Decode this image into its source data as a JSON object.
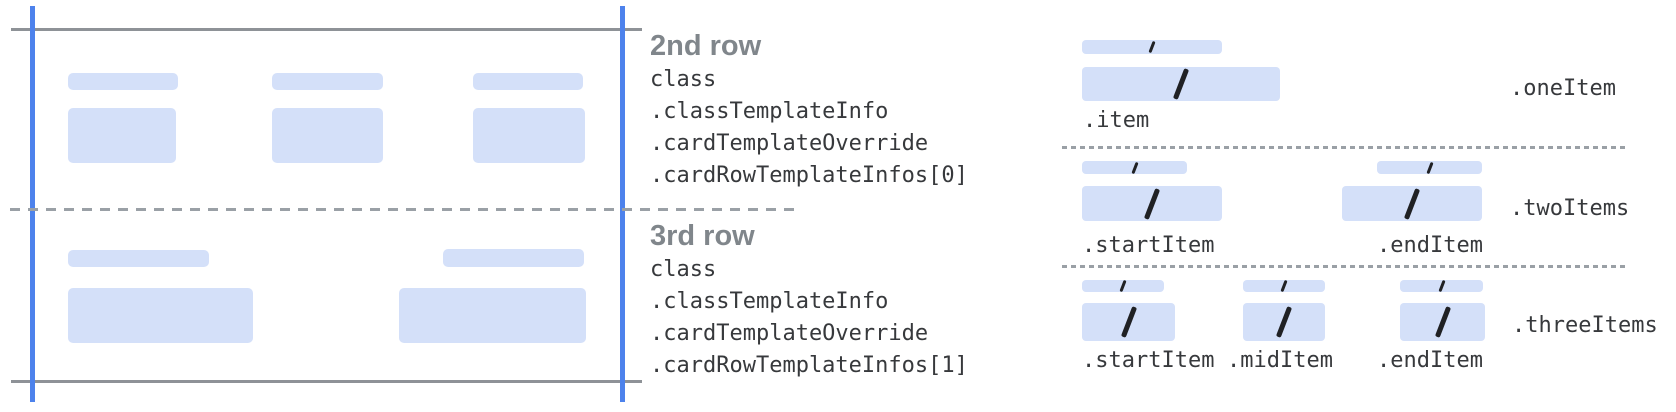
{
  "left_panel": {
    "sections": [
      {
        "heading": "2nd row",
        "code_lines": [
          "class",
          ".classTemplateInfo",
          ".cardTemplateOverride",
          ".cardRowTemplateInfos[0]"
        ]
      },
      {
        "heading": "3rd row",
        "code_lines": [
          "class",
          ".classTemplateInfo",
          ".cardTemplateOverride",
          ".cardRowTemplateInfos[1]"
        ]
      }
    ]
  },
  "right_panel": {
    "rows": [
      {
        "layout_label": ".oneItem",
        "item_labels": [
          ".item"
        ]
      },
      {
        "layout_label": ".twoItems",
        "item_labels": [
          ".startItem",
          ".endItem"
        ]
      },
      {
        "layout_label": ".threeItems",
        "item_labels": [
          ".startItem",
          ".midItem",
          ".endItem"
        ]
      }
    ]
  },
  "colors": {
    "placeholder_blue": "#d4e0f9",
    "guide_blue": "#4d82ec",
    "line_gray": "#8e9297",
    "dash_gray": "#9aa0a6",
    "heading_gray": "#80868b",
    "code_text": "#37393c",
    "slash": "#202124"
  }
}
